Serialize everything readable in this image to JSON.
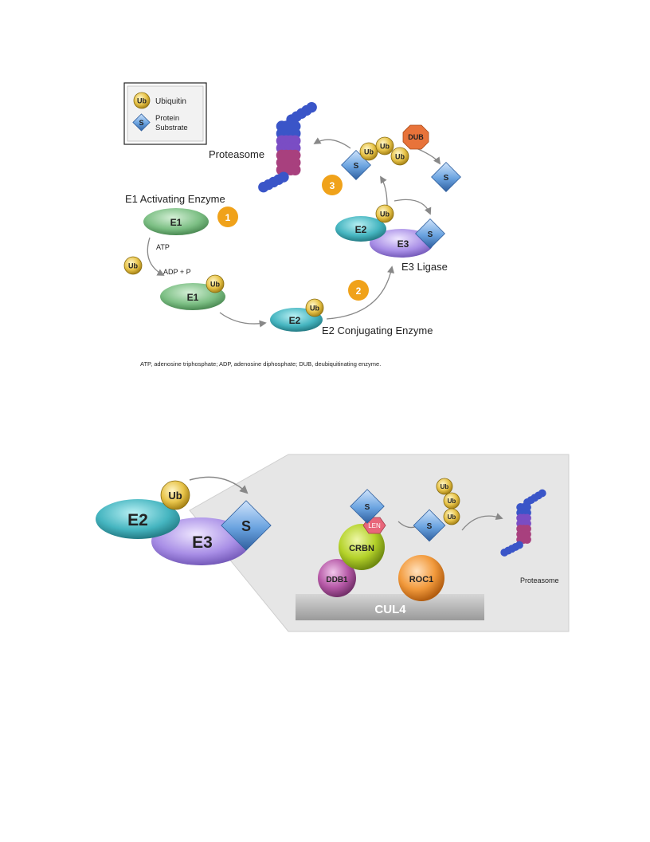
{
  "legend": {
    "ubiquitin": "Ubiquitin",
    "protein_l1": "Protein",
    "protein_l2": "Substrate",
    "ub": "Ub",
    "s": "S"
  },
  "cycle": {
    "proteasome": "Proteasome",
    "e1_title": "E1 Activating Enzyme",
    "e1": "E1",
    "e2": "E2",
    "e3": "E3",
    "ub": "Ub",
    "s": "S",
    "dub": "DUB",
    "atp": "ATP",
    "adp": "ADP + P",
    "e2_title": "E2 Conjugating Enzyme",
    "e3_title": "E3 Ligase",
    "step1": "1",
    "step2": "2",
    "step3": "3"
  },
  "footnote": "ATP, adenosine triphosphate; ADP, adenosine diphosphate; DUB, deubiquitinating enzyme.",
  "bottom": {
    "e2": "E2",
    "e3": "E3",
    "ub": "Ub",
    "s": "S",
    "len": "LEN",
    "crbn": "CRBN",
    "ddb1": "DDB1",
    "roc1": "ROC1",
    "cul4": "CUL4",
    "proteasome": "Proteasome"
  },
  "colors": {
    "ub": "#e8c44a",
    "s": "#6aa3e0",
    "e1": "#7cbf84",
    "e2": "#45b5c0",
    "e3": "#a88ee6",
    "dub": "#e8733a",
    "step": "#f0a21a",
    "crbn": "#b4d22a",
    "ddb1": "#b75aa8",
    "roc1": "#f29a3c",
    "cul4": "#b5b5b5"
  }
}
